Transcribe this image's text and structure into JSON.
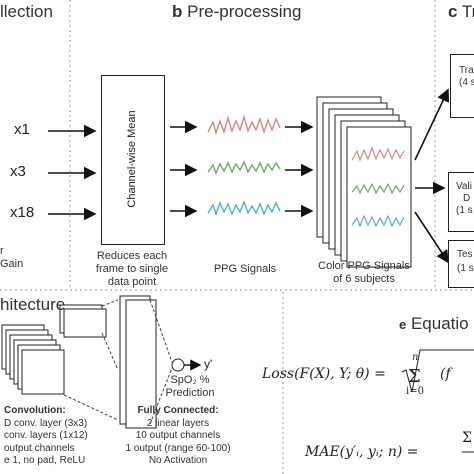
{
  "panels": {
    "a": {
      "title_fragment": "llection"
    },
    "b": {
      "letter": "b",
      "title": "Pre-processing"
    },
    "c": {
      "letter": "c",
      "title_fragment": "Tr"
    },
    "d": {
      "title_fragment": "hitecture"
    },
    "e": {
      "letter": "e",
      "title_fragment": "Equatio"
    }
  },
  "collection": {
    "multipliers": [
      "x1",
      "x3",
      "x18"
    ],
    "gain_fragments": [
      "r",
      "Gain"
    ]
  },
  "preprocessing": {
    "mean_label": "Channel-wise Mean",
    "mean_caption": [
      "Reduces each",
      "frame to single",
      "data point"
    ],
    "ppg_caption": "PPG Signals",
    "color_caption": [
      "Color PPG Signals",
      "of 6 subjects"
    ],
    "signal_colors": [
      "#d98585",
      "#6fa86a",
      "#5aa8d8"
    ]
  },
  "training": {
    "box_fragments": [
      [
        "Tra",
        "(4 s"
      ],
      [
        "Vali",
        "D",
        "(1 s"
      ],
      [
        "Tes",
        "(1 s"
      ]
    ]
  },
  "architecture": {
    "output_symbol": "y'",
    "output_caption": [
      "SpO₂ %",
      "Prediction"
    ],
    "conv_title": "Convolution:",
    "conv_lines": [
      "D conv. layer (3x3)",
      "conv. layers (1x12)",
      "output channels",
      "e 1, no pad, ReLU"
    ],
    "fc_title": "Fully Connected:",
    "fc_lines": [
      "2 linear layers",
      "10 output channels",
      "1 output (range 60-100)",
      "No Activation"
    ]
  },
  "equations": {
    "loss_lhs": "Loss(F(X), Y; θ) =",
    "loss_tail": "(f",
    "sum_upper": "n",
    "sum_lower": "i=0",
    "mae_lhs": "MAE(y′ᵢ, yᵢ; n) =",
    "mae_tail": "Σ"
  }
}
